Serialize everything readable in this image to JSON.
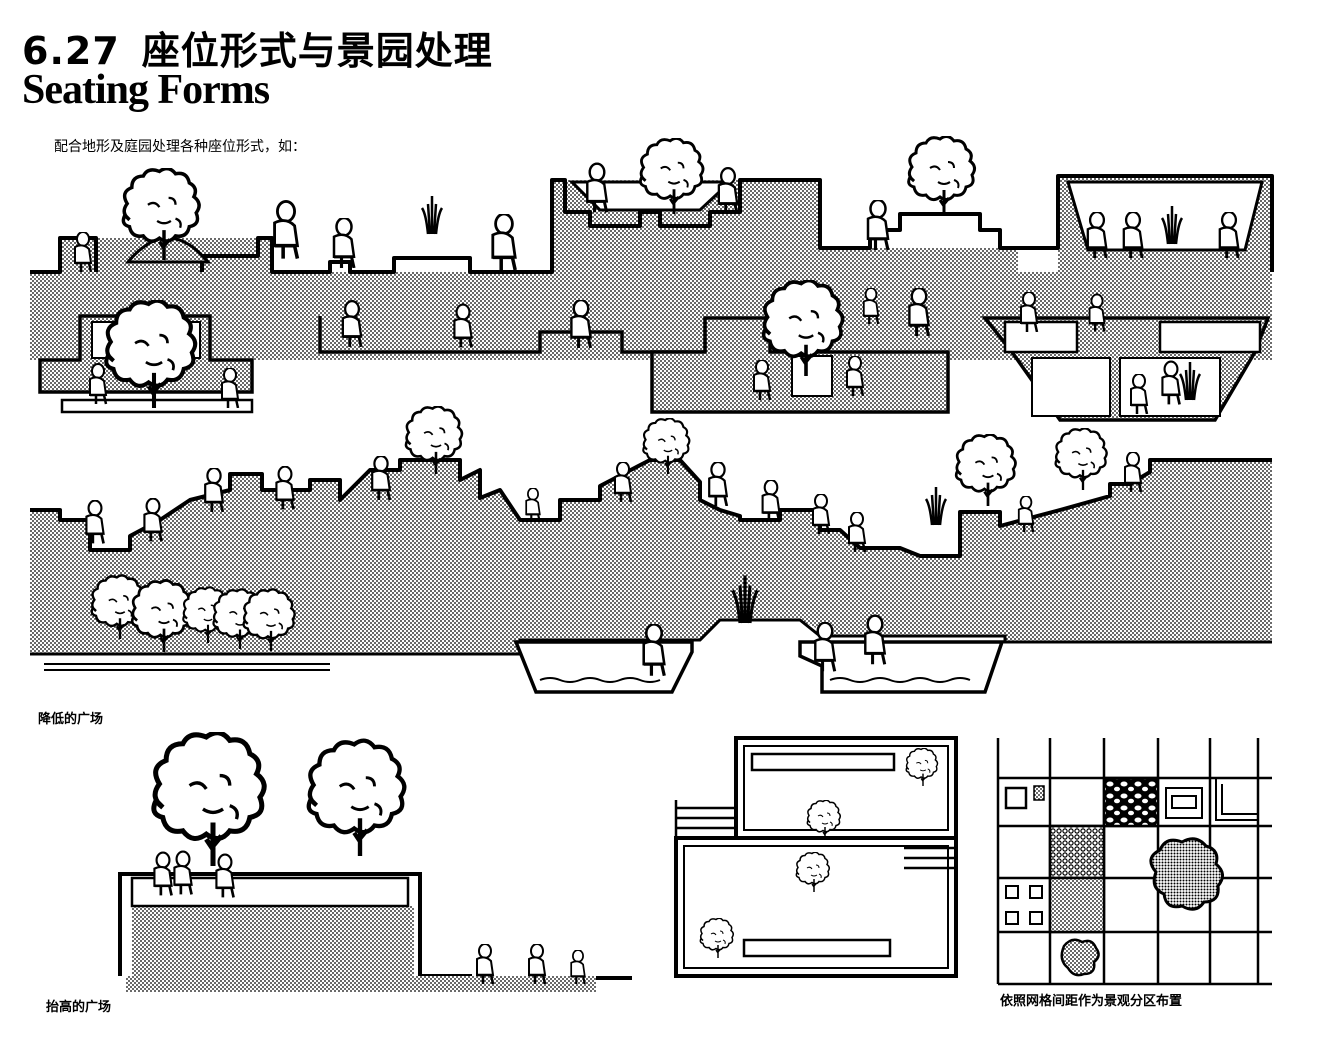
{
  "header": {
    "section_number": "6.27",
    "title_cn": "座位形式与景园处理",
    "title_en": "Seating Forms"
  },
  "intro": "配合地形及庭园处理各种座位形式，如：",
  "captions": {
    "lowered_plaza": "降低的广场",
    "raised_plaza": "抬高的广场",
    "grid_layout": "依照网格间距作为景观分区布置"
  },
  "icons": {
    "tree": "tree-icon",
    "person": "seated-person-icon",
    "fountain": "fountain-icon"
  }
}
